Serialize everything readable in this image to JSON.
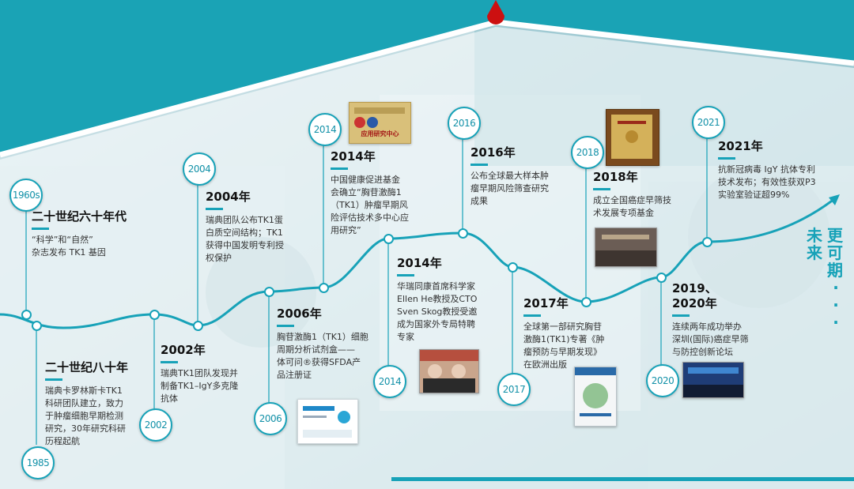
{
  "colors": {
    "accent": "#17a2b8",
    "red": "#cc1010",
    "dark": "#111111"
  },
  "milestones": [
    {
      "badge": "1960s",
      "title": "二十世纪六十年代",
      "desc": "“科学”和“自然”\n杂志发布 TK1 基因"
    },
    {
      "badge": "1985",
      "title": "二十世纪八十年",
      "desc": "瑞典卡罗林斯卡TK1\n科研团队建立，致力\n于肿瘤细胞早期检测\n研究，30年研究科研\n历程起航"
    },
    {
      "badge": "2002",
      "title": "2002年",
      "desc": "瑞典TK1团队发现并\n制备TK1–IgY多克隆\n抗体"
    },
    {
      "badge": "2004",
      "title": "2004年",
      "desc": "瑞典团队公布TK1蛋\n白质空间结构；TK1\n获得中国发明专利授\n权保护"
    },
    {
      "badge": "2006",
      "title": "2006年",
      "desc": "胸苷激酶1（TK1）细胞\n周期分析试剂盒——\n体可问®获得SFDA产\n品注册证"
    },
    {
      "badge": "2014",
      "title": "2014年",
      "desc": "中国健康促进基金\n会确立“胸苷激酶1\n（TK1）肿瘤早期风\n险评估技术多中心应\n用研究”"
    },
    {
      "badge": "2014",
      "title": "2014年",
      "desc": "华瑞同康首席科学家\nEllen He教授及CTO\nSven Skog教授受邀\n成为国家外专局特聘\n专家"
    },
    {
      "badge": "2016",
      "title": "2016年",
      "desc": "公布全球最大样本肿\n瘤早期风险筛查研究\n成果"
    },
    {
      "badge": "2017",
      "title": "2017年",
      "desc": "全球第一部研究胸苷\n激酶1(TK1)专著《肿\n瘤预防与早期发现》\n在欧洲出版"
    },
    {
      "badge": "2018",
      "title": "2018年",
      "desc": "成立全国癌症早筛技\n术发展专项基金"
    },
    {
      "badge": "2020",
      "title": "2019、\n2020年",
      "desc": "连续两年成功举办\n深圳(国际)癌症早筛\n与防控创新论坛"
    },
    {
      "badge": "2021",
      "title": "2021年",
      "desc": "抗新冠病毒 IgY 抗体专利\n技术发布；有效性获双P3\n实验室验证超99%"
    }
  ],
  "plaque_text": "应用研究中心",
  "future": {
    "col1": [
      "未",
      "来"
    ],
    "col2": [
      "更",
      "可",
      "期",
      "·",
      "·",
      "·"
    ]
  }
}
